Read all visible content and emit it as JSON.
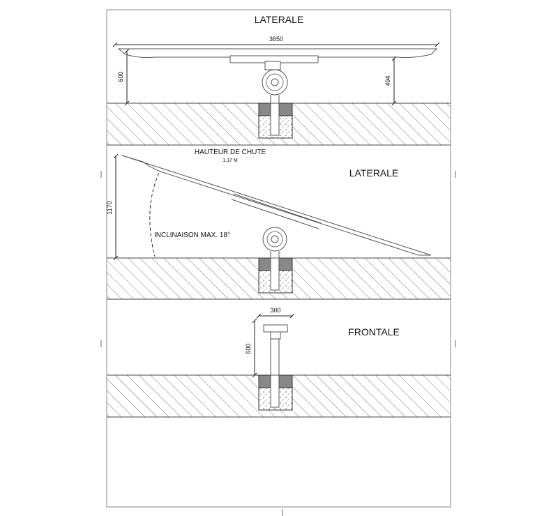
{
  "views": {
    "top": {
      "title": "LATERALE",
      "width_dim": "3650",
      "left_height_dim": "600",
      "right_height_dim": "494"
    },
    "middle": {
      "title": "LATERALE",
      "fall_height_label": "HAUTEUR DE CHUTE",
      "fall_height_value": "1,17 M",
      "height_dim": "1170",
      "tilt_label": "INCLINAISON MAX. 18°"
    },
    "bottom": {
      "title": "FRONTALE",
      "width_dim": "300",
      "height_dim": "600"
    }
  }
}
